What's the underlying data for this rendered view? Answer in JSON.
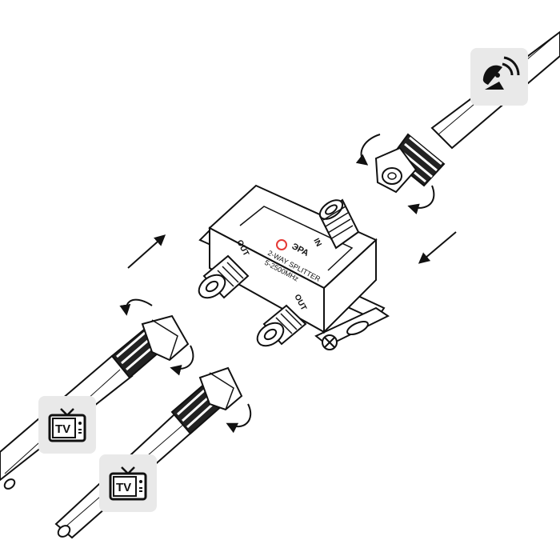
{
  "device": {
    "brand": "ЭРА",
    "model": "2-WAY SPLITTER",
    "frequency": "5-2500MHz",
    "port_in": "IN",
    "port_out_left": "OUT",
    "port_out_bottom": "OUT"
  },
  "badges": {
    "satellite": {
      "icon": "satellite-dish-icon"
    },
    "tv_upper": {
      "icon": "tv-icon",
      "text": "TV"
    },
    "tv_lower": {
      "icon": "tv-icon",
      "text": "TV"
    }
  },
  "colors": {
    "line": "#111111",
    "badge_bg": "#e9e9e9",
    "brand_red": "#e53935"
  }
}
